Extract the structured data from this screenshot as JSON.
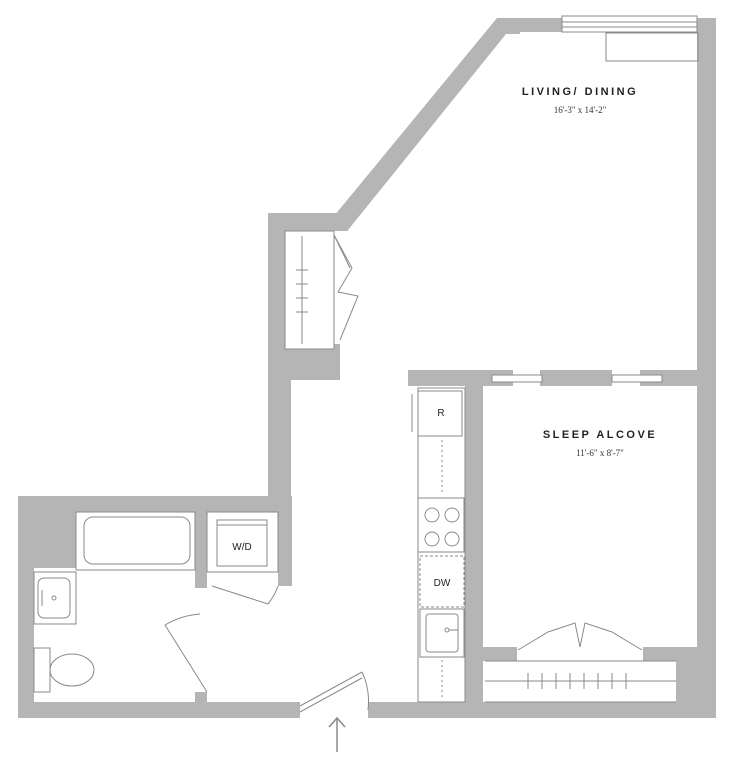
{
  "rooms": [
    {
      "name": "LIVING/ DINING",
      "dimensions": "16'-3\" x 14'-2\""
    },
    {
      "name": "SLEEP ALCOVE",
      "dimensions": "11'-6\" x 8'-7\""
    }
  ],
  "fixtures": {
    "refrigerator": "R",
    "dishwasher": "DW",
    "washer_dryer": "W/D"
  },
  "icons": {
    "entry": "arrow-up-icon"
  },
  "colors": {
    "wall": "#b5b5b5",
    "line": "#8a8a8a",
    "text": "#222222",
    "background": "#ffffff"
  }
}
